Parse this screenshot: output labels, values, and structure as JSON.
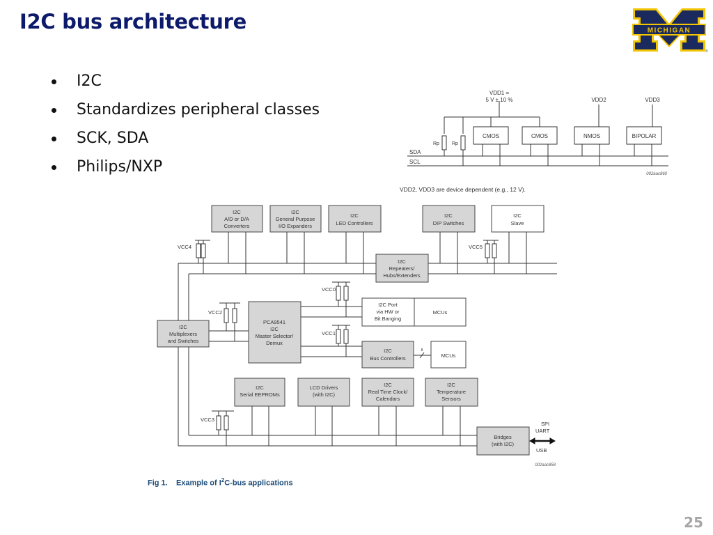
{
  "slide": {
    "title": "I2C bus architecture",
    "bullets": [
      "I2C",
      "Standardizes peripheral classes",
      "SCK, SDA",
      "Philips/NXP"
    ],
    "page_number": "25",
    "logo_text": "MICHIGAN",
    "colors": {
      "title": "#0d1a6b",
      "logo_blue": "#1b2a5e",
      "logo_maize": "#f2c500",
      "box_gray": "#d6d6d6",
      "page_number": "#a6a6a6"
    }
  },
  "top_diagram": {
    "vdd1": "VDD1 =",
    "vdd1_value": "5 V ± 10 %",
    "vdd2": "VDD2",
    "vdd3": "VDD3",
    "resistor_label": "Rp",
    "blocks": [
      "CMOS",
      "CMOS",
      "NMOS",
      "BIPOLAR"
    ],
    "bus_sda": "SDA",
    "bus_scl": "SCL",
    "figure_id": "002aac860",
    "note": "VDD2, VDD3 are device dependent (e.g., 12 V)."
  },
  "main_diagram": {
    "top_row": [
      {
        "line1": "I2C",
        "line2": "A/D or D/A",
        "line3": "Converters"
      },
      {
        "line1": "I2C",
        "line2": "General Purpose",
        "line3": "I/O Expanders"
      },
      {
        "line1": "I2C",
        "line2": "LED Controllers",
        "line3": ""
      },
      {
        "line1": "I2C",
        "line2": "DIP Switches",
        "line3": ""
      },
      {
        "line1": "I2C",
        "line2": "Slave",
        "line3": ""
      }
    ],
    "repeaters": {
      "line1": "I2C",
      "line2": "Repeaters/",
      "line3": "Hubs/Extenders"
    },
    "multiplexers": {
      "line1": "I2C",
      "line2": "Multiplexers",
      "line3": "and Switches"
    },
    "master": {
      "line1": "PCA9541",
      "line2": "I2C",
      "line3": "Master Selector/",
      "line4": "Demux"
    },
    "port": {
      "line1": "I2C Port",
      "line2": "via HW or",
      "line3": "Bit Banging"
    },
    "mcus": "MCUs",
    "bus_controllers": {
      "line1": "I2C",
      "line2": "Bus Controllers"
    },
    "bus_width": "8",
    "bottom_row": [
      {
        "line1": "I2C",
        "line2": "Serial EEPROMs",
        "line3": ""
      },
      {
        "line1": "LCD Drivers",
        "line2": "(with I2C)",
        "line3": ""
      },
      {
        "line1": "I2C",
        "line2": "Real Time Clock/",
        "line3": "Calendars"
      },
      {
        "line1": "I2C",
        "line2": "Temperature",
        "line3": "Sensors"
      }
    ],
    "bridges": {
      "line1": "Bridges",
      "line2": "(with I2C)"
    },
    "bridge_protocols": [
      "SPI",
      "UART",
      "USB"
    ],
    "vcc_labels": [
      "VCC0",
      "VCC1",
      "VCC2",
      "VCC3",
      "VCC4",
      "VCC5"
    ],
    "figure_id": "002aac858"
  },
  "caption": {
    "prefix": "Fig 1.",
    "text_before": "Example of I",
    "sup": "2",
    "text_after": "C-bus applications"
  }
}
